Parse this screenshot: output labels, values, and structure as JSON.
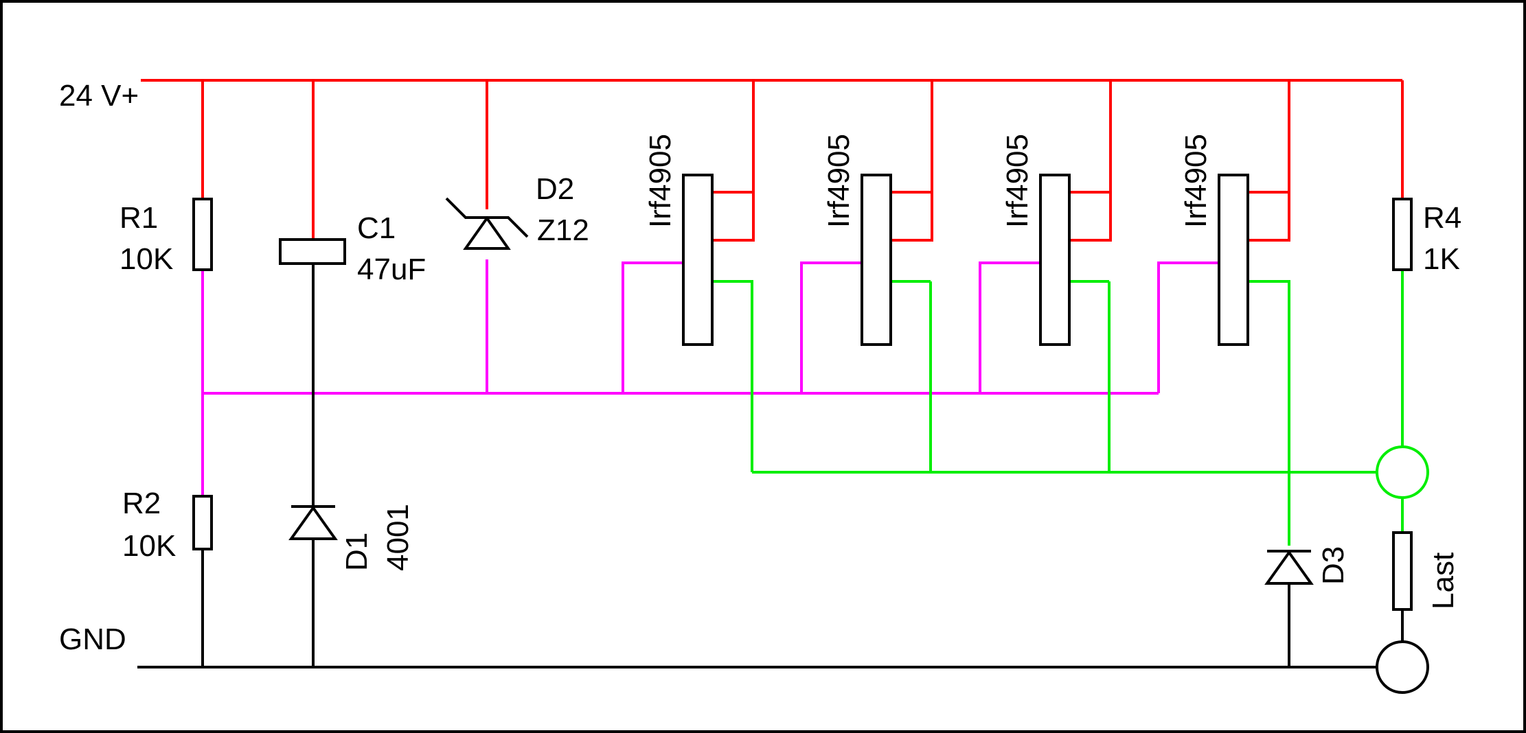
{
  "colors": {
    "supply": "#ff0000",
    "gate": "#ff00ff",
    "output": "#00ee00",
    "ground": "#000000",
    "outline": "#000000"
  },
  "rails": {
    "supply_label": "24 V+",
    "ground_label": "GND"
  },
  "components": {
    "r1": {
      "name": "R1",
      "value": "10K"
    },
    "r2": {
      "name": "R2",
      "value": "10K"
    },
    "c1": {
      "name": "C1",
      "value": "47uF"
    },
    "d1": {
      "name": "D1",
      "value": "4001"
    },
    "d2": {
      "name": "D2",
      "value": "Z12"
    },
    "d3": {
      "name": "D3"
    },
    "r4": {
      "name": "R4",
      "value": "1K"
    },
    "load": {
      "name": "Last"
    },
    "mosfets": [
      {
        "part": "Irf4905"
      },
      {
        "part": "Irf4905"
      },
      {
        "part": "Irf4905"
      },
      {
        "part": "Irf4905"
      }
    ]
  }
}
